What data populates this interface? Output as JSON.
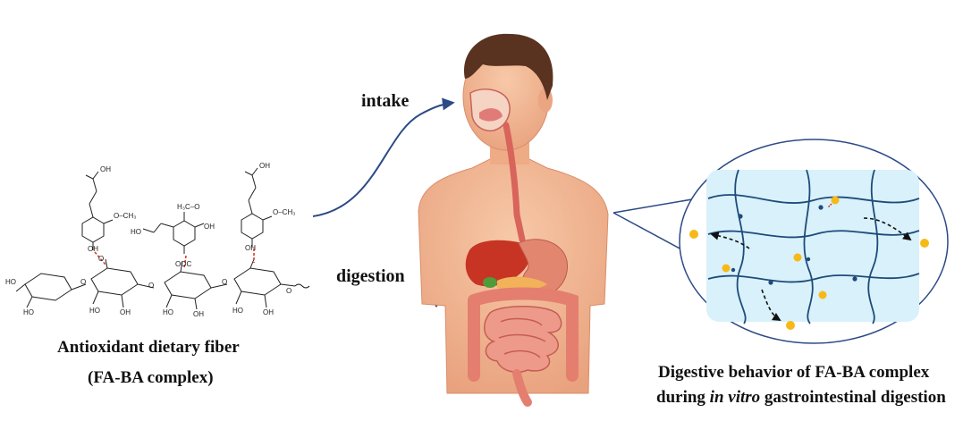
{
  "labels": {
    "intake": "intake",
    "digestion": "digestion",
    "fiber_line1": "Antioxidant dietary fiber",
    "fiber_line2": "(FA-BA complex)",
    "behavior_line1": "Digestive behavior of FA-BA complex",
    "behavior_line2_pre": "during ",
    "behavior_line2_italic": "in vitro",
    "behavior_line2_post": " gastrointestinal digestion"
  },
  "chem_labels": {
    "oh": "OH",
    "ho": "HO",
    "o": "O",
    "och3": "O–CH₃",
    "h3co": "H₃C–O",
    "ooc": "OOC",
    "o_glyco": "O",
    "ho_ring": "HO",
    "oh_ring": "OH",
    "hooc": "OH"
  },
  "colors": {
    "arrow_blue": "#2c4a86",
    "hbond_red": "#d83a2a",
    "skin": "#f2b48f",
    "hair": "#5a3320",
    "liver": "#c73424",
    "intestine": "#e88978",
    "network_bg": "#d8f1fb",
    "network_line": "#1f4b7a",
    "particle": "#f7b916"
  },
  "icons": {
    "intake_arrow": "curved-arrow-icon",
    "digestion_arrow": "down-arrow-icon",
    "release_arrows": "dashed-arrow-icon"
  }
}
